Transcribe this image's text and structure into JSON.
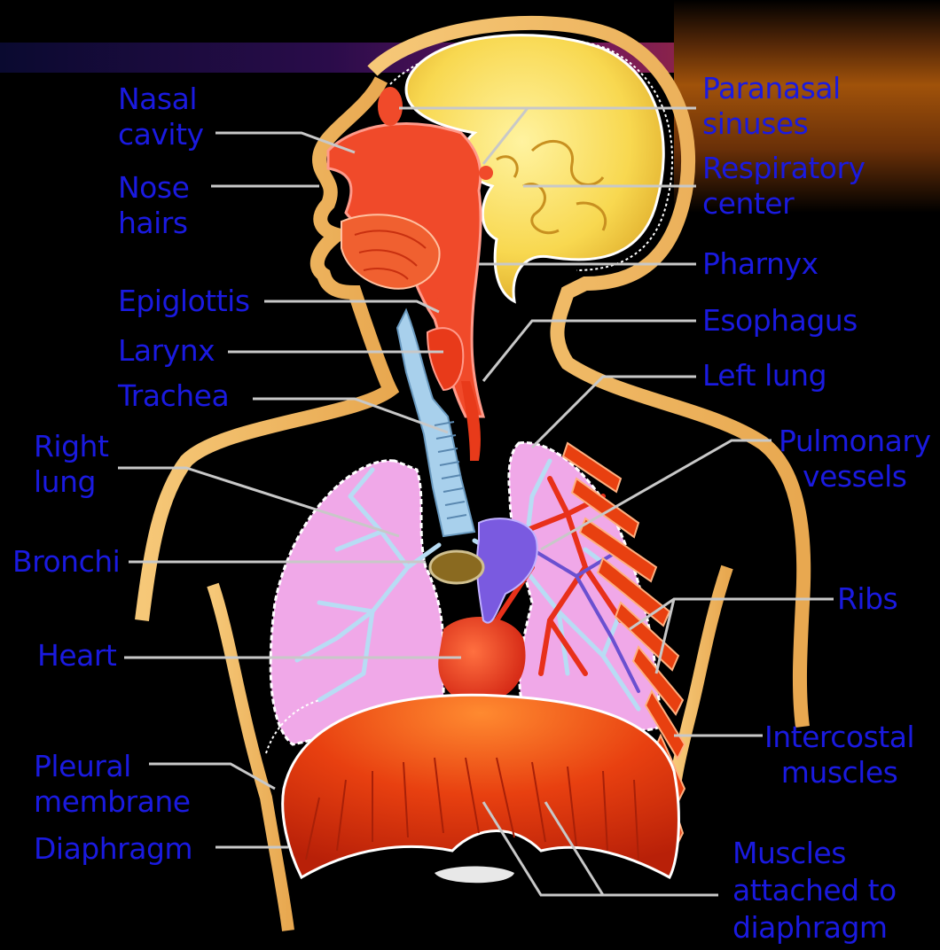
{
  "colors": {
    "background": "#000000",
    "label_text": "#1a1ae0",
    "leader_line": "#c8c8c8",
    "skin": "#f0c070",
    "brain": "#f5d64a",
    "airway_red": "#e8301a",
    "trachea_blue": "#9cc8e8",
    "lung_pink": "#f0a0e0",
    "diaphragm": "#e84a10"
  },
  "labels": [
    {
      "id": "nasal-cavity",
      "text": "Nasal\ncavity"
    },
    {
      "id": "nose-hairs",
      "text": "Nose\nhairs"
    },
    {
      "id": "epiglottis",
      "text": "Epiglottis"
    },
    {
      "id": "larynx",
      "text": "Larynx"
    },
    {
      "id": "trachea",
      "text": "Trachea"
    },
    {
      "id": "right-lung",
      "text": "Right\nlung"
    },
    {
      "id": "bronchi",
      "text": "Bronchi"
    },
    {
      "id": "heart",
      "text": "Heart"
    },
    {
      "id": "pleural-membrane",
      "text": "Pleural\nmembrane"
    },
    {
      "id": "diaphragm",
      "text": "Diaphragm"
    },
    {
      "id": "paranasal-sinuses",
      "text": "Paranasal\nsinuses"
    },
    {
      "id": "respiratory-center",
      "text": "Respiratory\ncenter"
    },
    {
      "id": "pharnyx",
      "text": "Pharnyx"
    },
    {
      "id": "esophagus",
      "text": "Esophagus"
    },
    {
      "id": "left-lung",
      "text": "Left lung"
    },
    {
      "id": "pulmonary-vessels",
      "text": "Pulmonary\nvessels"
    },
    {
      "id": "ribs",
      "text": "Ribs"
    },
    {
      "id": "intercostal-muscles",
      "text": "Intercostal\nmuscles"
    },
    {
      "id": "muscles-attached",
      "text": "Muscles\nattached to\ndiaphragm"
    }
  ]
}
